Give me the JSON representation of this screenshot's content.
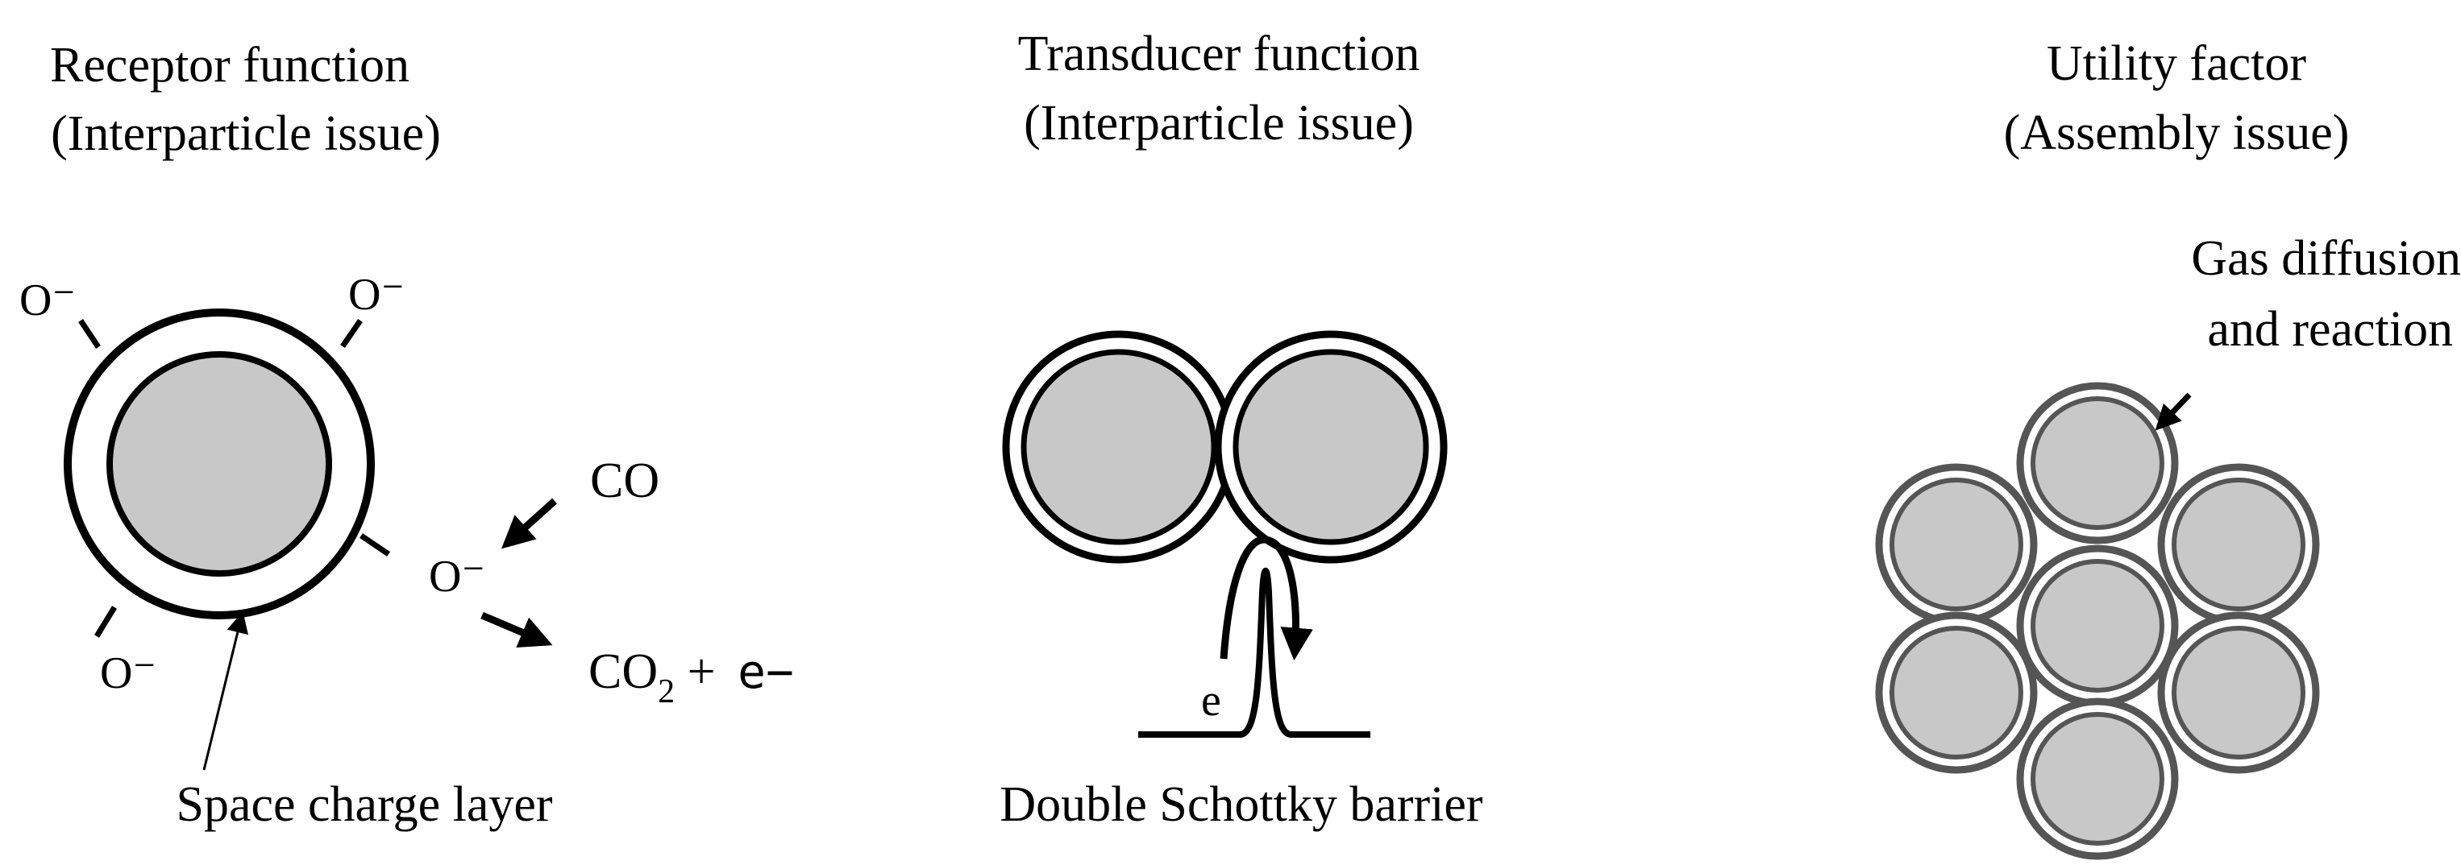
{
  "receptor": {
    "title_line1": "Receptor function",
    "title_line2": "(Interparticle issue)",
    "ion_label": "O⁻",
    "co_label": "CO",
    "co2_prefix": "CO",
    "co2_subscript": "2",
    "plus": "+",
    "electron": "e−",
    "caption": "Space charge layer"
  },
  "transducer": {
    "title_line1": "Transducer function",
    "title_line2": "(Interparticle issue)",
    "electron_label": "e",
    "caption": "Double Schottky barrier"
  },
  "utility": {
    "title_line1": "Utility factor",
    "title_line2": "(Assembly issue)",
    "note_line1": "Gas diffusion",
    "note_line2": "and reaction"
  },
  "colors": {
    "particle_fill": "#c8c8c8",
    "stroke": "#000000",
    "background": "#ffffff"
  }
}
